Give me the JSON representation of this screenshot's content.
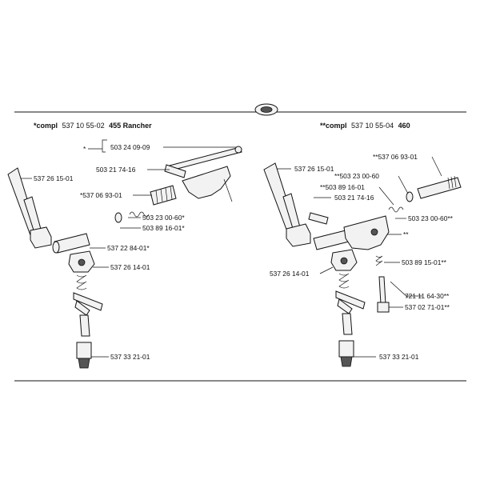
{
  "left": {
    "header_prefix": "*compl",
    "header_number": "537 10 55-02",
    "header_model": "455 Rancher",
    "labels": {
      "star": "*",
      "p1": "503 24 09-09",
      "p2": "503 21 74-16",
      "p3": "537 26 15-01",
      "p4": "*537 06 93-01",
      "p5": "503 23 00-60*",
      "p6": "503 89 16-01*",
      "p7": "537 22 84-01*",
      "p8": "537 26 14-01",
      "p9": "537 33 21-01"
    }
  },
  "right": {
    "header_prefix": "**compl",
    "header_number": "537 10 55-04",
    "header_model": "460",
    "labels": {
      "p1": "**537 06 93-01",
      "p2": "537 26 15-01",
      "p3": "**503 23 00-60",
      "p4": "**503 89 16-01",
      "p5": "503 21 74-16",
      "p6": "503 23 00-60**",
      "p7": "**",
      "p8": "537 26 14-01",
      "p9": "503 89 15-01**",
      "p10": "721 11 64-30**",
      "p11": "537 02 71-01**",
      "p12": "537 33 21-01"
    }
  }
}
